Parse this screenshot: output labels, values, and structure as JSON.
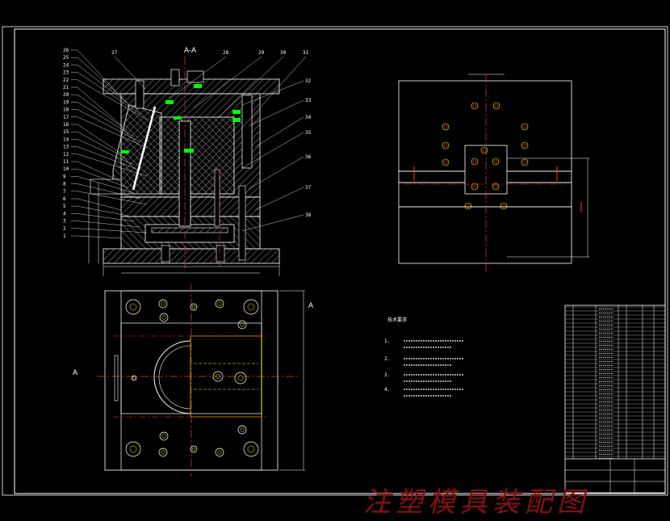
{
  "drawing": {
    "section_label": "A-A",
    "cut_mark": "A",
    "watermark": "注塑模具装配图",
    "part_numbers_left": [
      "26",
      "25",
      "24",
      "23",
      "22",
      "21",
      "20",
      "19",
      "18",
      "17",
      "16",
      "15",
      "14",
      "13",
      "12",
      "11",
      "10",
      "9",
      "8",
      "7",
      "6",
      "5",
      "4",
      "3",
      "2",
      "1"
    ],
    "part_numbers_top": [
      "27",
      "28",
      "29",
      "30",
      "31"
    ],
    "part_numbers_right": [
      "32",
      "33",
      "34",
      "35",
      "36",
      "37",
      "38"
    ],
    "tech_notes_title": "技术要求",
    "tech_notes_numbers": [
      "1.",
      "2.",
      "3.",
      "4."
    ]
  },
  "colors": {
    "background": "#000000",
    "outline": "#ffffff",
    "centerline": "#ff3030",
    "hatch": "#ffffff",
    "green_dim": "#00ff00",
    "yellow": "#ffff00",
    "watermark": "#8a0f0f"
  }
}
